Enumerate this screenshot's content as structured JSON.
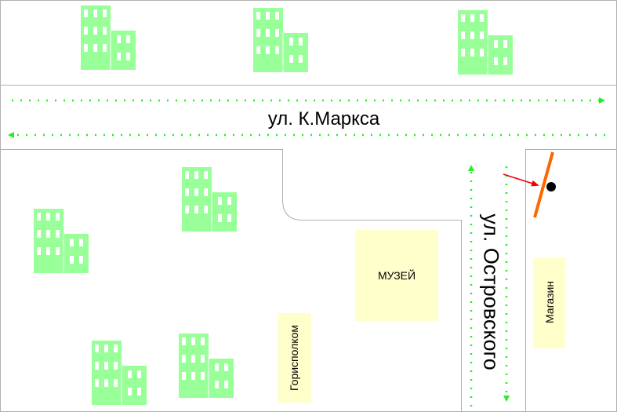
{
  "streets": {
    "karl_marx": "ул. К.Маркса",
    "ostrovsky": "ул. Островского"
  },
  "places": {
    "museum": "МУЗЕЙ",
    "city_executive": "Горисполком",
    "shop": "Магазин"
  },
  "colors": {
    "building": "#99ff99",
    "place": "#ffffcc",
    "traffic_arrow": "#33dd33",
    "barrier": "#ff6600",
    "pointer": "#ee0000",
    "road_edge": "#b0b0b0"
  }
}
